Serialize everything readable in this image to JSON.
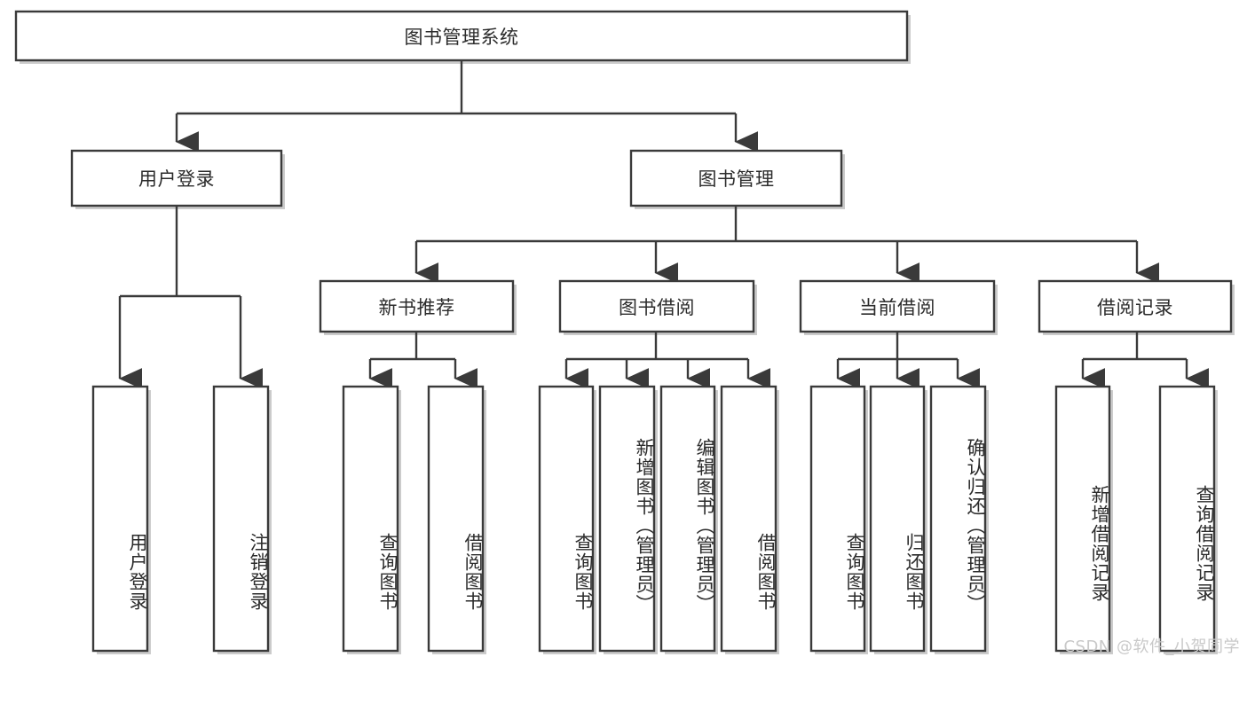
{
  "diagram": {
    "title": "图书管理系统",
    "type": "tree-hierarchy-diagram",
    "colors": {
      "box_stroke": "#3a3a3a",
      "box_fill": "#ffffff",
      "text": "#2b2b2b",
      "background": "#ffffff",
      "watermark": "#c9c9c9"
    },
    "root": {
      "label": "图书管理系统"
    },
    "level2": [
      {
        "label": "用户登录"
      },
      {
        "label": "图书管理"
      }
    ],
    "level3": [
      {
        "label": "新书推荐"
      },
      {
        "label": "图书借阅"
      },
      {
        "label": "当前借阅"
      },
      {
        "label": "借阅记录"
      }
    ],
    "leaves": {
      "user_login": [
        {
          "label": "用户登录"
        },
        {
          "label": "注销登录"
        }
      ],
      "new_book_recommend": [
        {
          "label": "查询图书"
        },
        {
          "label": "借阅图书"
        }
      ],
      "book_borrow": [
        {
          "label": "查询图书"
        },
        {
          "label": "新增图书（管理员）"
        },
        {
          "label": "编辑图书（管理员）"
        },
        {
          "label": "借阅图书"
        }
      ],
      "current_borrow": [
        {
          "label": "查询图书"
        },
        {
          "label": "归还图书"
        },
        {
          "label": "确认归还（管理员）"
        }
      ],
      "borrow_record": [
        {
          "label": "新增借阅记录"
        },
        {
          "label": "查询借阅记录"
        }
      ]
    }
  },
  "watermark": {
    "text": "CSDN @软件_小贺同学"
  }
}
